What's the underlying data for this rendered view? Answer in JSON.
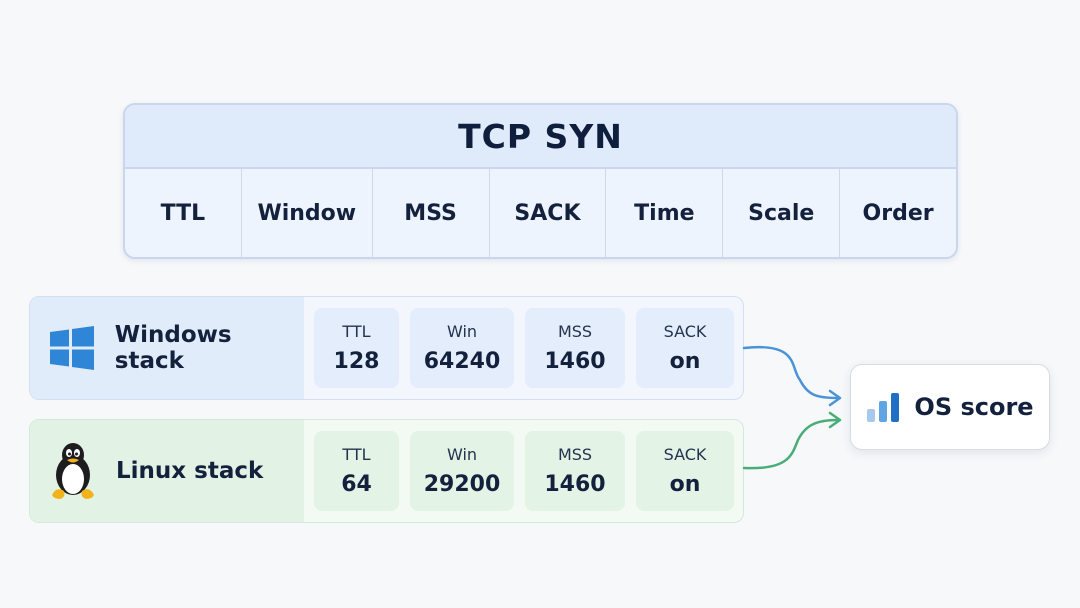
{
  "syn": {
    "title": "TCP SYN",
    "fields": [
      "TTL",
      "Window",
      "MSS",
      "SACK",
      "Time",
      "Scale",
      "Order"
    ]
  },
  "stacks": {
    "windows": {
      "label": "Windows stack",
      "cells": [
        {
          "key": "TTL",
          "value": "128"
        },
        {
          "key": "Win",
          "value": "64240"
        },
        {
          "key": "MSS",
          "value": "1460"
        },
        {
          "key": "SACK",
          "value": "on"
        }
      ]
    },
    "linux": {
      "label": "Linux stack",
      "cells": [
        {
          "key": "TTL",
          "value": "64"
        },
        {
          "key": "Win",
          "value": "29200"
        },
        {
          "key": "MSS",
          "value": "1460"
        },
        {
          "key": "SACK",
          "value": "on"
        }
      ]
    }
  },
  "score": {
    "label": "OS score",
    "icon": "bar-chart-icon"
  },
  "colors": {
    "windows_accent": "#2f86d6",
    "linux_accent": "#3aa46a",
    "score_bars": [
      "#a9c9ec",
      "#5fa5e3",
      "#1f6fc4"
    ]
  }
}
